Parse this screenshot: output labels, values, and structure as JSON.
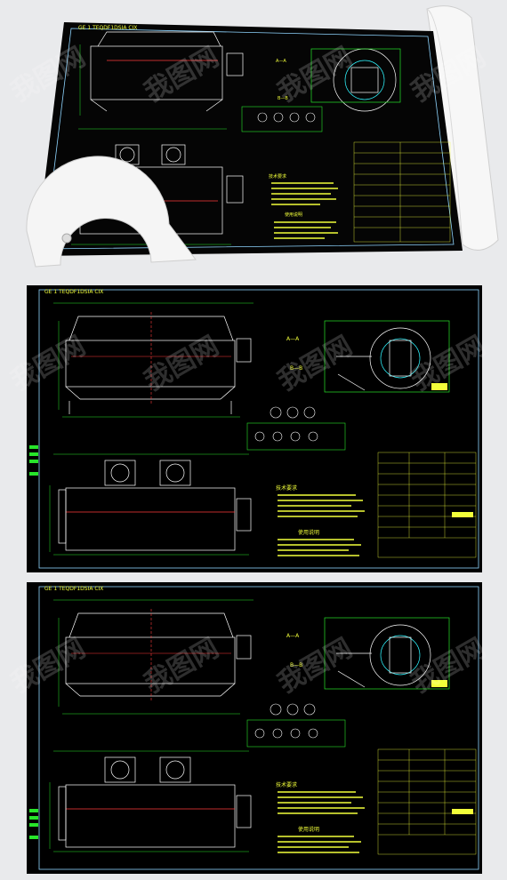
{
  "drawings": [
    {
      "id": "perspective",
      "title_block_text": "GE 1 TEQDF1DSIA CIX",
      "section_a": "A—A",
      "section_b": "B—B",
      "notes_title": "技术要求",
      "notes2_title": "使用说明"
    },
    {
      "id": "flat-1",
      "title_block_text": "GE 1 TEQDF1DSIA CIX",
      "section_a": "A—A",
      "section_b": "B—B",
      "notes_title": "技术要求",
      "notes2_title": "使用说明"
    },
    {
      "id": "flat-2",
      "title_block_text": "GE 1 TEQDF1DSIA CIX",
      "section_a": "A—A",
      "section_b": "B—B",
      "notes_title": "技术要求",
      "notes2_title": "使用说明"
    }
  ],
  "watermark": {
    "text": "我图网"
  },
  "colors": {
    "paper": "#000000",
    "frame": "#8fd5ff",
    "line": "#ffffff",
    "dim": "#27e52a",
    "text": "#f2ff3a",
    "hidden": "#ff3b3b",
    "accent": "#2ff6ff"
  }
}
